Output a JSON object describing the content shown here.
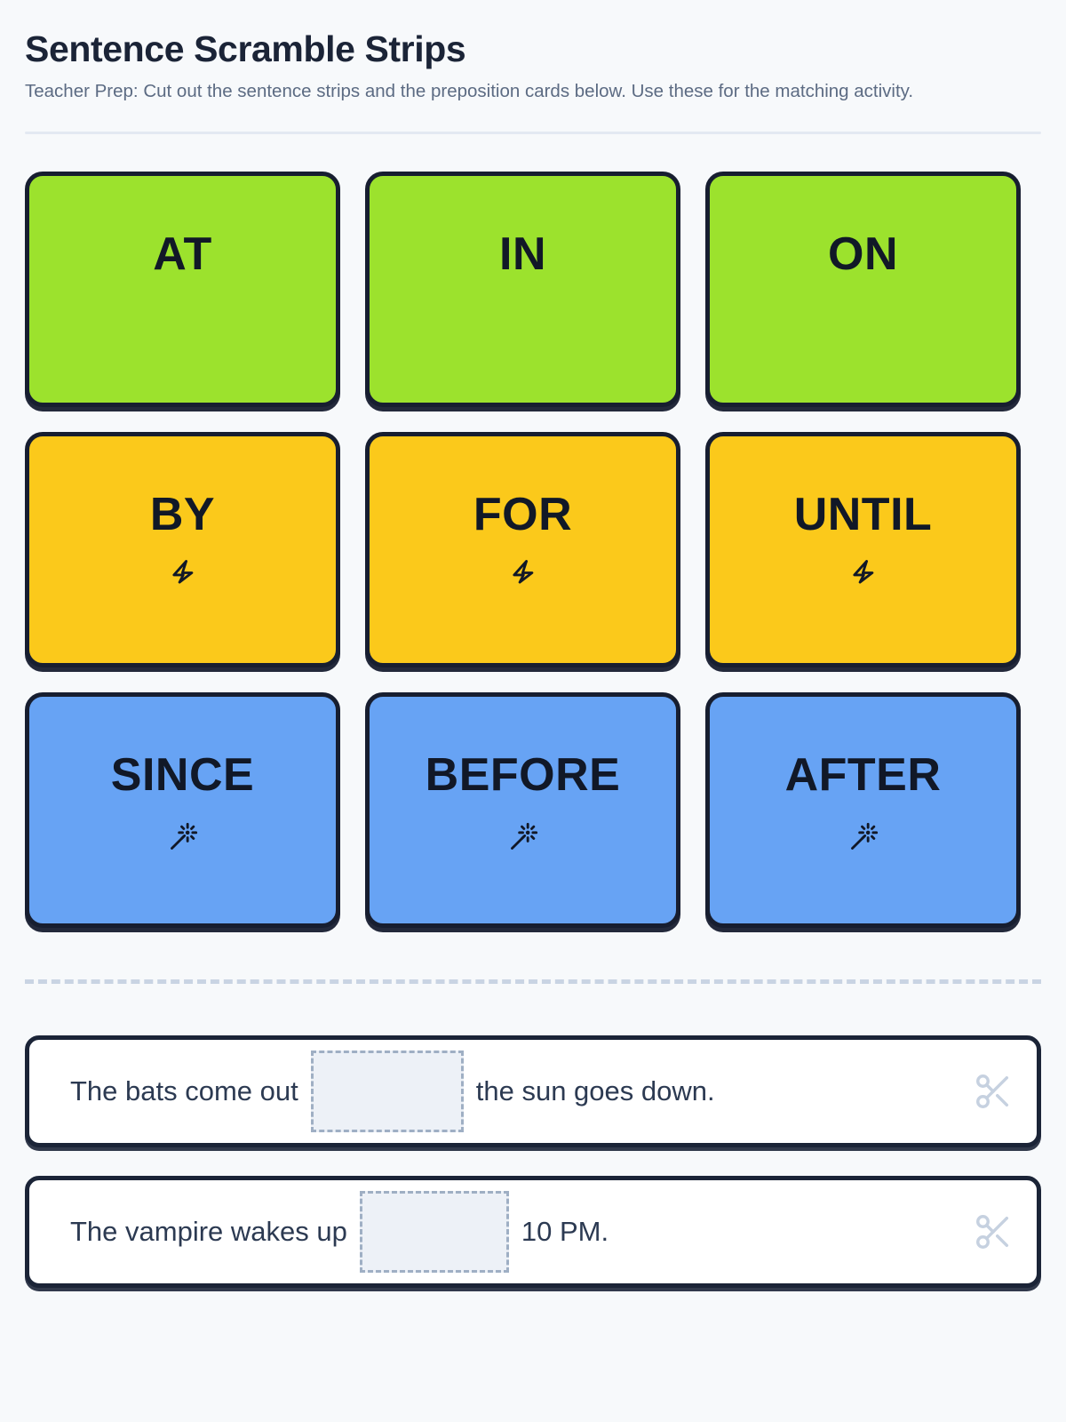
{
  "header": {
    "title": "Sentence Scramble Strips",
    "subtitle": "Teacher Prep: Cut out the sentence strips and the preposition cards below. Use these for the matching activity."
  },
  "colors": {
    "green": "#9CE22D",
    "yellow": "#FBC91B",
    "blue": "#67A3F4",
    "ink": "#1B2437",
    "page_bg": "#F7F9FB",
    "blank_fill": "#EDF1F7",
    "blank_border": "#9FAFC4",
    "scissors": "#C6D1E0"
  },
  "preposition_cards": [
    {
      "label": "AT",
      "color": "green",
      "icon": "none"
    },
    {
      "label": "IN",
      "color": "green",
      "icon": "none"
    },
    {
      "label": "ON",
      "color": "green",
      "icon": "none"
    },
    {
      "label": "BY",
      "color": "yellow",
      "icon": "lightning-bolt-icon"
    },
    {
      "label": "FOR",
      "color": "yellow",
      "icon": "lightning-bolt-icon"
    },
    {
      "label": "UNTIL",
      "color": "yellow",
      "icon": "lightning-bolt-icon"
    },
    {
      "label": "SINCE",
      "color": "blue",
      "icon": "magic-wand-icon"
    },
    {
      "label": "BEFORE",
      "color": "blue",
      "icon": "magic-wand-icon"
    },
    {
      "label": "AFTER",
      "color": "blue",
      "icon": "magic-wand-icon"
    }
  ],
  "sentence_strips": [
    {
      "before_blank": "The bats come out",
      "after_blank": "the sun goes down.",
      "blank_value": "",
      "cut_icon": "scissors-icon"
    },
    {
      "before_blank": "The vampire wakes up",
      "after_blank": "10 PM.",
      "blank_value": "",
      "cut_icon": "scissors-icon"
    }
  ]
}
